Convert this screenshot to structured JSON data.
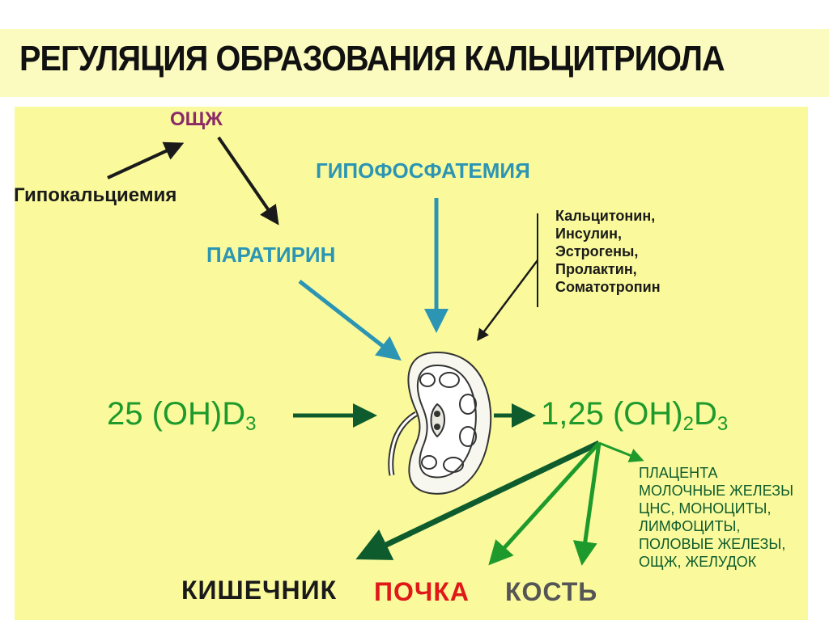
{
  "title": "РЕГУЛЯЦИЯ ОБРАЗОВАНИЯ КАЛЬЦИТРИОЛА",
  "nodes": {
    "oshzh": "ОЩЖ",
    "hypocalcemia": "Гипокальциемия",
    "hypophosphatemia": "ГИПОФОСФАТЕМИЯ",
    "parathyrin": "ПАРАТИРИН",
    "substrate": {
      "text": "25 (OH)D",
      "sub": "3"
    },
    "product": {
      "text_a": "1,25 (OH)",
      "sub_a": "2",
      "text_b": "D",
      "sub_b": "3"
    }
  },
  "hormones": [
    "Кальцитонин,",
    "Инсулин,",
    "Эстрогены,",
    "Пролактин,",
    "Соматотропин"
  ],
  "other_targets": [
    "ПЛАЦЕНТА",
    "МОЛОЧНЫЕ ЖЕЛЕЗЫ",
    "ЦНС, МОНОЦИТЫ,",
    "ЛИМФОЦИТЫ,",
    "ПОЛОВЫЕ ЖЕЛЕЗЫ,",
    "ОЩЖ, ЖЕЛУДОК"
  ],
  "targets": {
    "intestine": "КИШЕЧНИК",
    "kidney": "ПОЧКА",
    "bone": "КОСТЬ"
  },
  "colors": {
    "title_bg": "#fbfbc0",
    "panel_bg": "#fafa9c",
    "purple": "#8b2a66",
    "blue": "#2c95b4",
    "green": "#1e9a2c",
    "dark_green": "#0e5c2d",
    "red": "#e01818",
    "gray": "#555555"
  },
  "icons": {
    "kidney": "kidney-icon"
  }
}
